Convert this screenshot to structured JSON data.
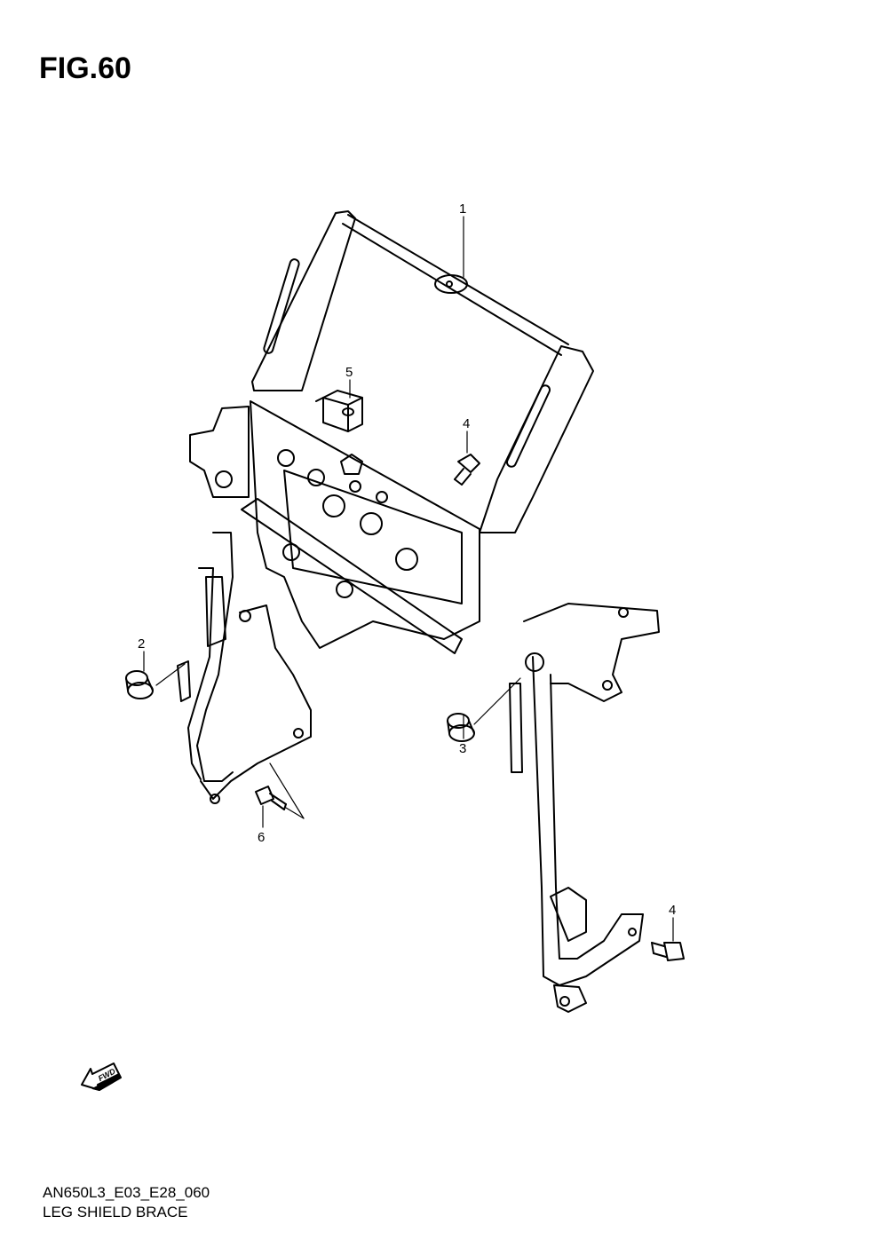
{
  "figure": {
    "title": "FIG.60",
    "code": "AN650L3_E03_E28_060",
    "name": "LEG SHIELD BRACE"
  },
  "callouts": [
    {
      "id": "callout-1",
      "label": "1"
    },
    {
      "id": "callout-2",
      "label": "2"
    },
    {
      "id": "callout-3",
      "label": "3"
    },
    {
      "id": "callout-4a",
      "label": "4"
    },
    {
      "id": "callout-4b",
      "label": "4"
    },
    {
      "id": "callout-5",
      "label": "5"
    },
    {
      "id": "callout-6",
      "label": "6"
    }
  ],
  "fwd_arrow": {
    "label": "FWD"
  }
}
